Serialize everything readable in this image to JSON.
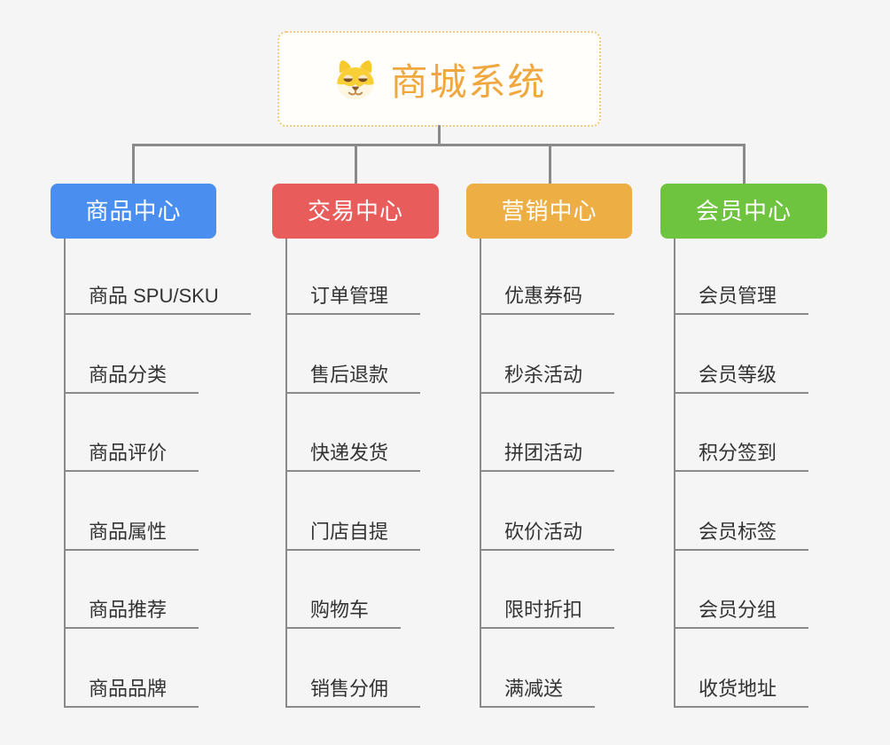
{
  "root": {
    "title": "商城系统",
    "icon": "shiba-dog-icon",
    "accent_color": "#F0A73E",
    "border_color": "#F2C97D"
  },
  "colors": {
    "background": "#F5F5F5",
    "connector_line": "#8A8A8A",
    "item_text": "#333333",
    "header_text": "#FFFFFF"
  },
  "branches": [
    {
      "label": "商品中心",
      "color": "#4A8FF0",
      "items": [
        "商品 SPU/SKU",
        "商品分类",
        "商品评价",
        "商品属性",
        "商品推荐",
        "商品品牌"
      ]
    },
    {
      "label": "交易中心",
      "color": "#E85C5C",
      "items": [
        "订单管理",
        "售后退款",
        "快递发货",
        "门店自提",
        "购物车",
        "销售分佣"
      ]
    },
    {
      "label": "营销中心",
      "color": "#EDAE44",
      "items": [
        "优惠券码",
        "秒杀活动",
        "拼团活动",
        "砍价活动",
        "限时折扣",
        "满减送"
      ]
    },
    {
      "label": "会员中心",
      "color": "#6FC43F",
      "items": [
        "会员管理",
        "会员等级",
        "积分签到",
        "会员标签",
        "会员分组",
        "收货地址"
      ]
    }
  ]
}
